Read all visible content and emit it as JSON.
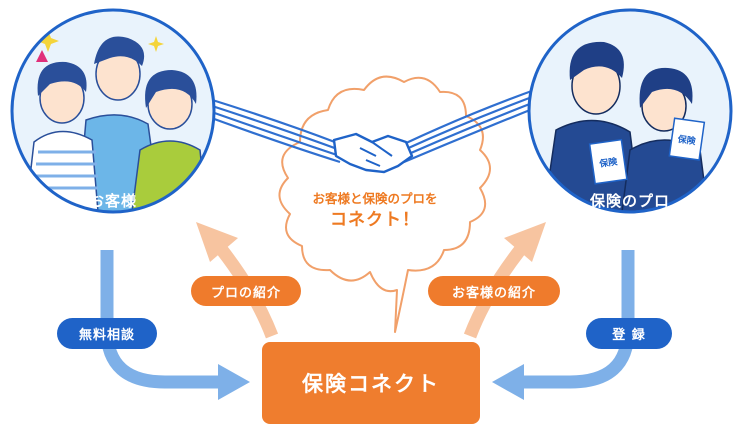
{
  "diagram": {
    "customer_label": "お客様",
    "pro_label": "保険のプロ",
    "bubble_line1": "お客様と保険のプロを",
    "bubble_line2": "コネクト！",
    "center_label": "保険コネクト",
    "free_consult_label": "無料相談",
    "register_label": "登 録",
    "pro_intro_label": "プロの紹介",
    "customer_intro_label": "お客様の紹介",
    "book_label": "保険"
  },
  "colors": {
    "blue": "#1f63c8",
    "light_blue_arrow": "#7eb0e8",
    "peach_arrow": "#f7c4a0",
    "orange": "#ef7b2c",
    "circle_bg": "#e9f3fc"
  }
}
